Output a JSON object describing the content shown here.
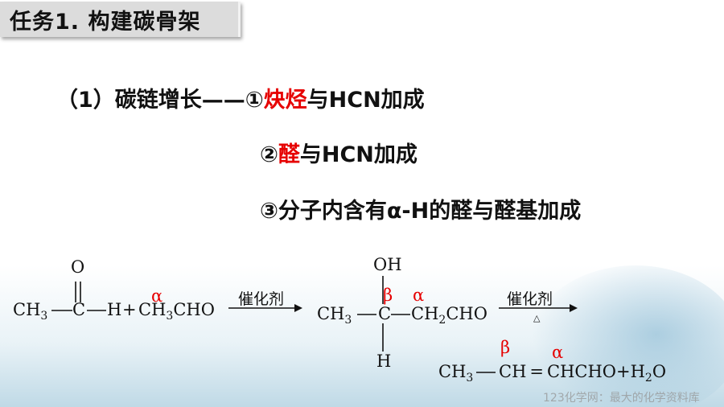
{
  "title": "任务1. 构建碳骨架",
  "section": {
    "label": "（1）碳链增长",
    "dash": "——",
    "item1": {
      "num": "①",
      "red": "炔烃",
      "rest": "与HCN加成"
    },
    "item2": {
      "num": "②",
      "red": "醛",
      "rest": "与HCN加成"
    },
    "item3": {
      "text": "③分子内含有α-H的醛与醛基加成"
    }
  },
  "reaction": {
    "r1": {
      "o": "O",
      "ch3": "CH",
      "sub3": "3",
      "c": "C",
      "h": "H"
    },
    "plus": "+",
    "r2": {
      "ch3": "CH",
      "sub3": "3",
      "cho": "CHO",
      "alpha": "α"
    },
    "arrow1": {
      "label": "催化剂"
    },
    "p1": {
      "oh": "OH",
      "ch3": "CH",
      "sub3": "3",
      "c": "C",
      "ch2": "CH",
      "sub2": "2",
      "cho": "CHO",
      "h": "H",
      "beta": "β",
      "alpha": "α"
    },
    "arrow2": {
      "label": "催化剂",
      "heat": "△"
    },
    "p2": {
      "ch3": "CH",
      "sub3": "3",
      "ch": "CH",
      "eq": "=",
      "chcho": "CHCHO",
      "plus": "+",
      "h": "H",
      "sub2": "2",
      "o": "O",
      "beta": "β",
      "alpha": "α"
    }
  },
  "footer": "123化学网：最大的化学资料库"
}
